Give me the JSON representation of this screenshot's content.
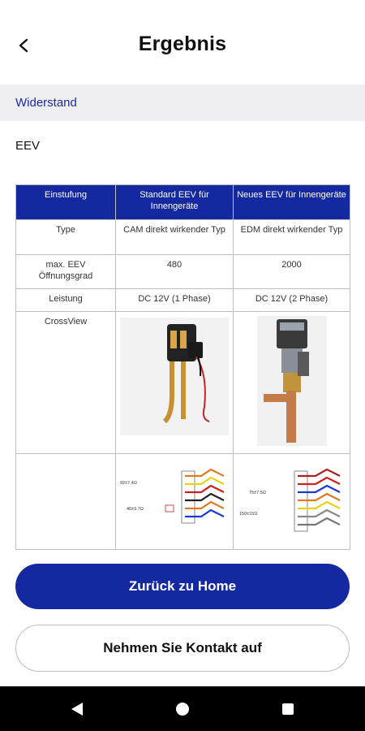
{
  "header": {
    "title": "Ergebnis"
  },
  "section": {
    "title": "Widerstand"
  },
  "subtitle": "EEV",
  "table": {
    "headers": [
      "Einstufung",
      "Standard EEV für Innengeräte",
      "Neues EEV für Innengeräte"
    ],
    "rows": [
      {
        "label": "Type",
        "col1": "CAM direkt wirkender Typ",
        "col2": "EDM direkt wirkender Typ"
      },
      {
        "label": "max. EEV Öffnungsgrad",
        "col1": "480",
        "col2": "2000"
      },
      {
        "label": "Leistung",
        "col1": "DC 12V (1 Phase)",
        "col2": "DC 12V (2 Phase)"
      },
      {
        "label": "CrossView",
        "col1": "",
        "col2": ""
      },
      {
        "label": "",
        "col1": "",
        "col2": ""
      }
    ],
    "diagram1_labels": [
      "92±7.4Ω",
      "46±3.7Ω"
    ],
    "diagram2_labels": [
      "75±7.5Ω",
      "150±15Ω"
    ]
  },
  "buttons": {
    "home": "Zurück zu Home",
    "contact": "Nehmen Sie Kontakt auf"
  },
  "colors": {
    "primary": "#1428a0",
    "section_bg": "#efeff3",
    "section_text": "#1a2c9a"
  },
  "icons": {
    "back": "chevron-left-icon",
    "nav_back": "triangle-back-icon",
    "nav_home": "circle-home-icon",
    "nav_recent": "square-recent-icon"
  }
}
